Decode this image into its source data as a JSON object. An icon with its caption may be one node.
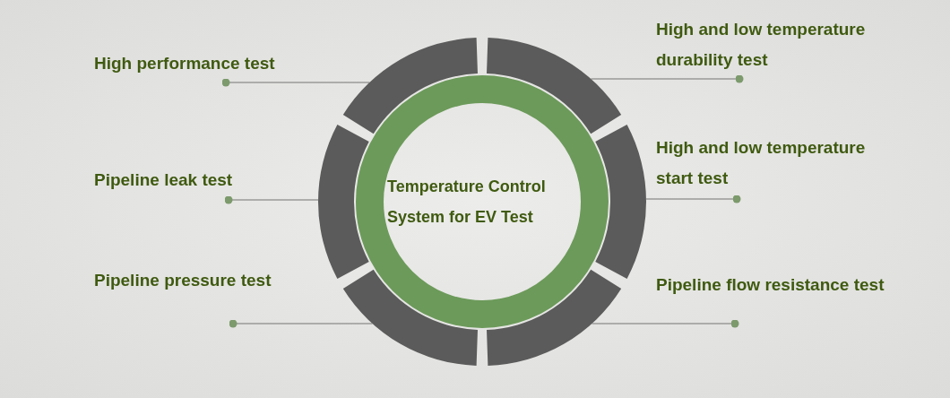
{
  "diagram": {
    "nodes": [
      {
        "text": [
          "High performance test"
        ]
      },
      {
        "text": [
          "High and low temperature durability test"
        ]
      },
      {
        "text": [
          "Pipeline leak test"
        ]
      },
      {
        "text": [
          "High and low temperature start test"
        ]
      },
      {
        "text": [
          "Pipeline pressure test"
        ]
      },
      {
        "text": [
          "Pipeline flow resistance test"
        ]
      },
      {
        "text": [
          "Temperature Control System for EV Test"
        ]
      },
      {
        "text": [],
        "shape": "arc"
      },
      {
        "text": [],
        "shape": "arc"
      },
      {
        "text": [],
        "shape": "arc"
      },
      {
        "text": [],
        "shape": "arc"
      },
      {
        "text": [],
        "shape": "arc"
      },
      {
        "text": [],
        "shape": "arc"
      }
    ],
    "edges": [
      {
        "from": 0,
        "to": 7,
        "arrow": "other"
      },
      {
        "from": 1,
        "to": 8,
        "arrow": "other"
      },
      {
        "from": 2,
        "to": 9,
        "arrow": "other"
      },
      {
        "from": 3,
        "to": 10,
        "arrow": "other"
      },
      {
        "from": 4,
        "to": 11,
        "arrow": "other"
      },
      {
        "from": 5,
        "to": 12,
        "arrow": "other"
      }
    ]
  }
}
